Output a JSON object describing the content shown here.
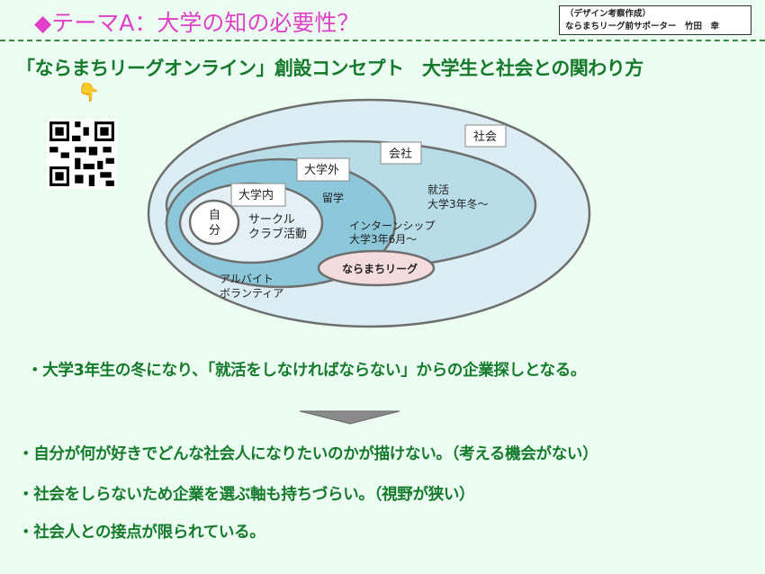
{
  "header": {
    "title": "◆テーマA：大学の知の必要性？",
    "credit_line1": "（デザイン考察作成）",
    "credit_line2": "ならまちリーグ前サポーター　竹田　幸"
  },
  "subtitle": "「ならまちリーグオンライン」創設コンセプト　大学生と社会との関わり方",
  "icons": {
    "pointer": "pointing-hand-icon",
    "qr": "qr-code"
  },
  "diagram": {
    "society": "社会",
    "company": "会社",
    "outside_univ": "大学外",
    "inside_univ": "大学内",
    "self_line1": "自",
    "self_line2": "分",
    "circle_line1": "サークル",
    "circle_line2": "クラブ活動",
    "study_abroad": "留学",
    "job_line1": "就活",
    "job_line2": "大学3年冬～",
    "intern_line1": "インターンシップ",
    "intern_line2": "大学3年6月～",
    "naramachi": "ならまちリーグ",
    "parttime_line1": "アルバイト",
    "parttime_line2": "ボランティア"
  },
  "bullets_top": [
    "・大学3年生の冬になり、「就活をしなければならない」からの企業探しとなる。"
  ],
  "bullets_bottom": [
    "・自分が何が好きでどんな社会人になりたいのかが描けない。（考える機会がない）",
    "・社会をしらないため企業を選ぶ軸も持ちづらい。（視野が狭い）",
    "・社会人との接点が限られている。"
  ],
  "colors": {
    "background": "#ecfdf1",
    "title": "#e040c8",
    "text_green": "#157a2c"
  }
}
